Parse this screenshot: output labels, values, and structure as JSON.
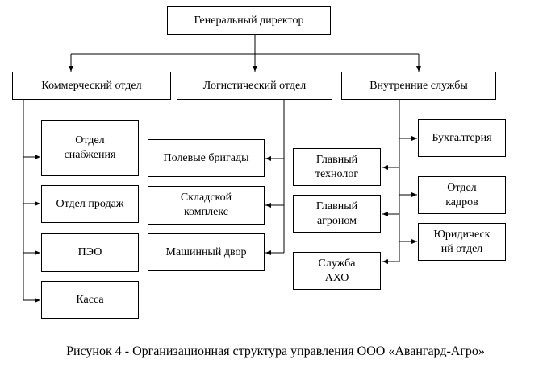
{
  "diagram": {
    "top": {
      "label": "Генеральный директор"
    },
    "departments": {
      "commercial": "Коммерческий отдел",
      "logistics": "Логистический отдел",
      "internal": "Внутренние службы"
    },
    "commercial_units": {
      "supply": "Отдел\nснабжения",
      "sales": "Отдел продаж",
      "peo": "ПЭО",
      "cash": "Касса"
    },
    "logistics_units": {
      "field_brigades": "Полевые бригады",
      "warehouse": "Складской\nкомплекс",
      "machine_yard": "Машинный двор"
    },
    "internal_left_units": {
      "technologist": "Главный\nтехнолог",
      "agronomist": "Главный\nагроном",
      "aho": "Служба\nАХО"
    },
    "internal_right_units": {
      "accounting": "Бухгалтерия",
      "hr": "Отдел\nкадров",
      "legal": "Юридическ\nий отдел"
    }
  },
  "caption": "Рисунок 4 - Организационная структура управления ООО «Авангард-Агро»"
}
